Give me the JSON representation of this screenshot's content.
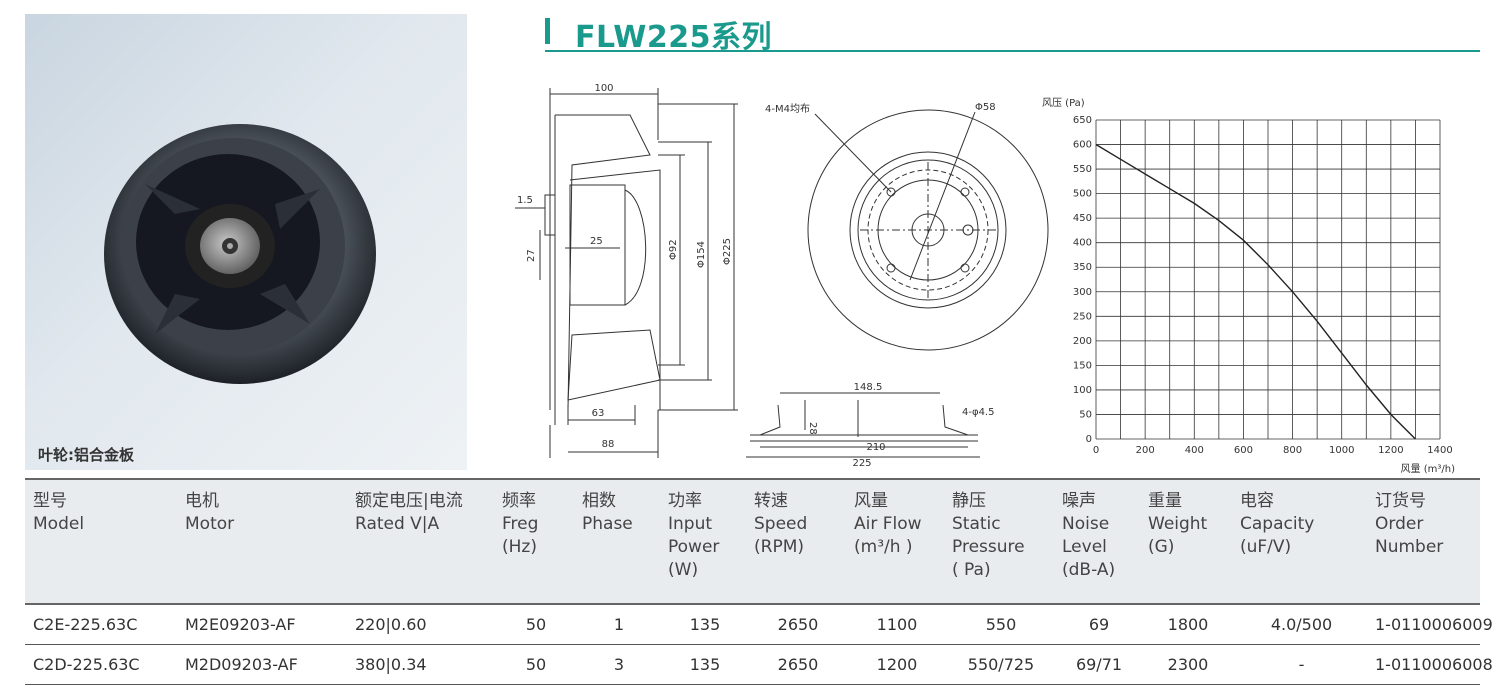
{
  "title": "FLW225系列",
  "photo_caption": "叶轮:铝合金板",
  "drawing_side": {
    "dims": [
      "100",
      "1.5",
      "27",
      "25",
      "Φ92",
      "Φ154",
      "Φ225",
      "63",
      "88"
    ]
  },
  "drawing_front": {
    "labels": [
      "4-M4均布",
      "Φ58"
    ]
  },
  "drawing_bottom": {
    "dims": [
      "148.5",
      "28",
      "4-φ4.5",
      "210",
      "225"
    ]
  },
  "chart_data": {
    "type": "line",
    "ylabel": "风压 (Pa)",
    "xlabel": "风量 (m³/h)",
    "xlim": [
      0,
      1400
    ],
    "ylim": [
      0,
      650
    ],
    "x_ticks": [
      "0",
      "200",
      "400",
      "600",
      "800",
      "1000",
      "1200",
      "1400"
    ],
    "y_ticks": [
      "0",
      "50",
      "100",
      "150",
      "200",
      "250",
      "300",
      "350",
      "400",
      "450",
      "500",
      "550",
      "600",
      "650"
    ],
    "grid": true,
    "series": [
      {
        "x": [
          0,
          100,
          200,
          300,
          400,
          500,
          600,
          700,
          800,
          900,
          1000,
          1100,
          1200,
          1300
        ],
        "y": [
          600,
          570,
          540,
          510,
          480,
          445,
          405,
          355,
          300,
          240,
          175,
          110,
          50,
          0
        ]
      }
    ]
  },
  "table": {
    "headers": [
      [
        "型号",
        "Model"
      ],
      [
        "电机",
        "Motor"
      ],
      [
        "额定电压|电流",
        "Rated V|A"
      ],
      [
        "频率",
        "Freg",
        "(Hz)"
      ],
      [
        "相数",
        "Phase"
      ],
      [
        "功率",
        "Input",
        "Power",
        "(W)"
      ],
      [
        "转速",
        "Speed",
        "(RPM)"
      ],
      [
        "风量",
        "Air Flow",
        "(m³/h )"
      ],
      [
        "静压",
        "Static",
        "Pressure",
        "( Pa)"
      ],
      [
        "噪声",
        "Noise",
        "Level",
        "(dB-A)"
      ],
      [
        "重量",
        "Weight",
        "(G)"
      ],
      [
        "电容",
        "Capacity",
        "(uF/V)"
      ],
      [
        "订货号",
        "Order",
        "Number"
      ]
    ],
    "rows": [
      [
        "C2E-225.63C",
        "M2E09203-AF",
        "220|0.60",
        "50",
        "1",
        "135",
        "2650",
        "1100",
        "550",
        "69",
        "1800",
        "4.0/500",
        "1-0110006009"
      ],
      [
        "C2D-225.63C",
        "M2D09203-AF",
        "380|0.34",
        "50",
        "3",
        "135",
        "2650",
        "1200",
        "550/725",
        "69/71",
        "2300",
        "-",
        "1-0110006008"
      ]
    ]
  }
}
